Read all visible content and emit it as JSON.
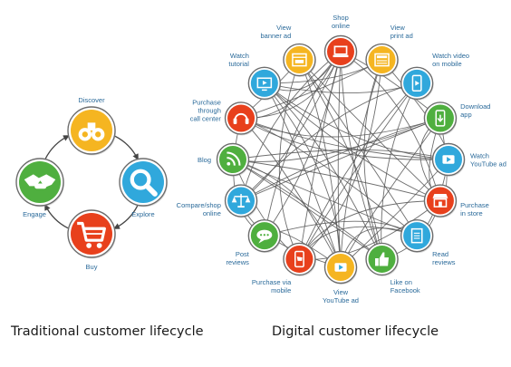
{
  "colors": {
    "ring_outline": "#6d6d6d",
    "label": "#2a6a9a",
    "arrow": "#444444",
    "web": "#555555"
  },
  "traditional": {
    "caption": "Traditional customer lifecycle",
    "stages": [
      {
        "key": "discover",
        "label": "Discover",
        "color": "#f5b521",
        "icon": "binoculars-icon"
      },
      {
        "key": "explore",
        "label": "Explore",
        "color": "#30a8dc",
        "icon": "magnifier-icon"
      },
      {
        "key": "buy",
        "label": "Buy",
        "color": "#e8401c",
        "icon": "shopping-cart-icon"
      },
      {
        "key": "engage",
        "label": "Engage",
        "color": "#4faf3f",
        "icon": "handshake-icon"
      }
    ]
  },
  "digital": {
    "caption": "Digital customer lifecycle",
    "nodes": [
      {
        "key": "shop-online",
        "label": [
          "Shop",
          "online"
        ],
        "color": "#e8401c",
        "icon": "laptop-icon"
      },
      {
        "key": "view-print-ad",
        "label": [
          "View",
          "print ad"
        ],
        "color": "#f5b521",
        "icon": "newspaper-icon"
      },
      {
        "key": "watch-video-mobile",
        "label": [
          "Watch video",
          "on mobile"
        ],
        "color": "#30a8dc",
        "icon": "phone-video-icon"
      },
      {
        "key": "download-app",
        "label": [
          "Download",
          "app"
        ],
        "color": "#4faf3f",
        "icon": "phone-download-icon"
      },
      {
        "key": "watch-youtube-ad",
        "label": [
          "Watch",
          "YouTube ad"
        ],
        "color": "#30a8dc",
        "icon": "video-play-icon"
      },
      {
        "key": "purchase-in-store",
        "label": [
          "Purchase",
          "in store"
        ],
        "color": "#e8401c",
        "icon": "storefront-icon"
      },
      {
        "key": "read-reviews",
        "label": [
          "Read",
          "reviews"
        ],
        "color": "#30a8dc",
        "icon": "document-icon"
      },
      {
        "key": "like-on-facebook",
        "label": [
          "Like on",
          "Facebook"
        ],
        "color": "#4faf3f",
        "icon": "thumbs-up-icon"
      },
      {
        "key": "view-youtube-ad",
        "label": [
          "View",
          "YouTube ad"
        ],
        "color": "#f5b521",
        "icon": "video-play-icon"
      },
      {
        "key": "purchase-via-mobile",
        "label": [
          "Purchase via",
          "mobile"
        ],
        "color": "#e8401c",
        "icon": "mobile-cart-icon"
      },
      {
        "key": "post-reviews",
        "label": [
          "Post",
          "reviews"
        ],
        "color": "#4faf3f",
        "icon": "speech-bubble-icon"
      },
      {
        "key": "compare-shop-online",
        "label": [
          "Compare/shop",
          "online"
        ],
        "color": "#30a8dc",
        "icon": "balance-scale-icon"
      },
      {
        "key": "blog",
        "label": [
          "Blog"
        ],
        "color": "#4faf3f",
        "icon": "rss-icon"
      },
      {
        "key": "purchase-call-center",
        "label": [
          "Purchase",
          "through",
          "call center"
        ],
        "color": "#e8401c",
        "icon": "headset-icon"
      },
      {
        "key": "watch-tutorial",
        "label": [
          "Watch",
          "tutorial"
        ],
        "color": "#30a8dc",
        "icon": "tv-screen-icon"
      },
      {
        "key": "view-banner-ad",
        "label": [
          "View",
          "banner ad"
        ],
        "color": "#f5b521",
        "icon": "browser-ad-icon"
      }
    ]
  }
}
